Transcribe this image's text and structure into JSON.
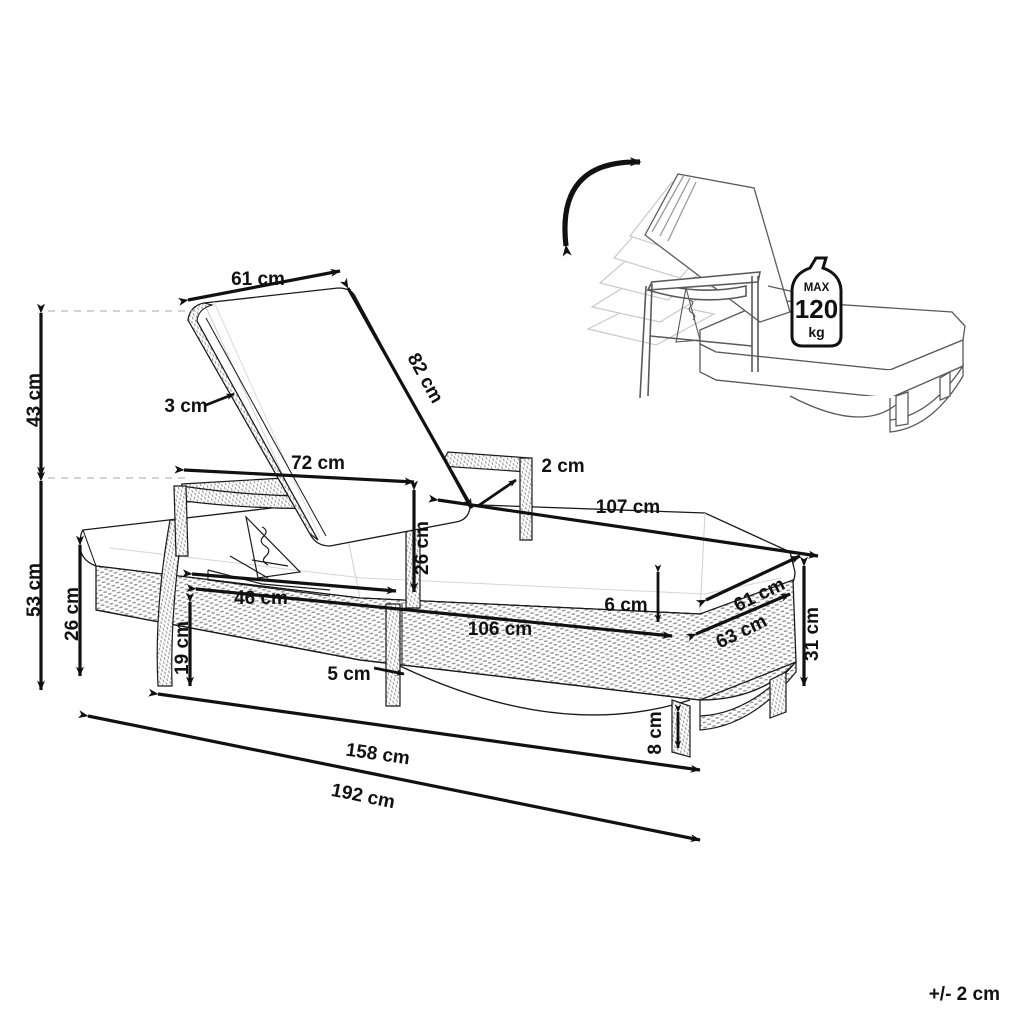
{
  "diagram": {
    "title": "Sun lounger dimension diagram",
    "product": "rattan-sun-lounger",
    "units": "cm",
    "tolerance_note": "+/- 2 cm",
    "background_color": "#ffffff",
    "line_color": "#1a1a1a",
    "ghost_line_color": "#c8c8c8"
  },
  "dimensions": {
    "backrest_width": "61 cm",
    "backrest_length": "82 cm",
    "backrest_thickness": "3 cm",
    "armrest_span": "72 cm",
    "armrest_bar_thickness": "2 cm",
    "seat_length": "107 cm",
    "seat_width_foot": "61 cm",
    "cushion_thickness": "6 cm",
    "frame_length_lower": "106 cm",
    "frame_width_foot": "63 cm",
    "armrest_height_above_seat": "26 cm",
    "inner_frame_width": "46 cm",
    "seat_height": "26 cm",
    "under_frame_height": "19 cm",
    "leg_width": "5 cm",
    "foot_height": "8 cm",
    "frame_height_foot": "31 cm",
    "backrest_height_above_seat": "43 cm",
    "total_height": "53 cm",
    "length_reclined": "158 cm",
    "length_overall": "192 cm"
  },
  "weight_badge": {
    "max_label": "MAX",
    "value": "120",
    "unit": "kg"
  },
  "inset": {
    "name": "recline-adjustment-illustration",
    "arrow": "curved-double-arrow",
    "ghost_positions": 5
  }
}
